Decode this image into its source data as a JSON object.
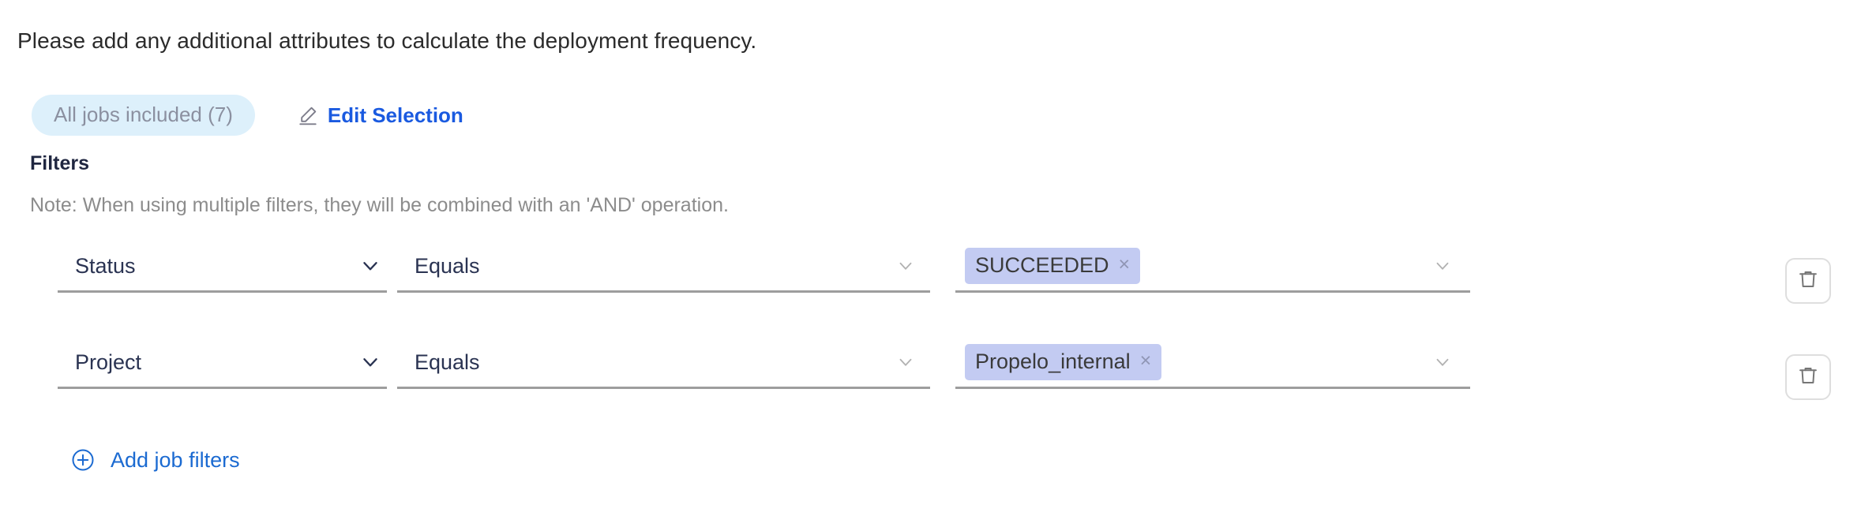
{
  "intro": {
    "text": "Please add any additional attributes to calculate the deployment frequency."
  },
  "selection": {
    "jobs_chip_label": "All jobs included (7)",
    "edit_label": "Edit Selection",
    "edit_icon": "pencil-icon"
  },
  "filters": {
    "title": "Filters",
    "note": "Note: When using multiple filters, they will be combined with an 'AND' operation.",
    "add_label": "Add job filters",
    "add_icon": "plus-circle-icon",
    "delete_icon": "trash-icon",
    "chevron_icon": "chevron-down-icon",
    "rows": [
      {
        "attribute": "Status",
        "operator": "Equals",
        "values": [
          {
            "label": "SUCCEEDED",
            "close": "×"
          }
        ]
      },
      {
        "attribute": "Project",
        "operator": "Equals",
        "values": [
          {
            "label": "Propelo_internal",
            "close": "×"
          }
        ]
      }
    ]
  },
  "colors": {
    "link": "#1a5ae0",
    "chip_bg": "#ddf0fb",
    "chip_text": "#8b90a0",
    "tag_bg": "#c3cbf2",
    "field_text": "#2a3352",
    "underline": "#9d9d9d",
    "note_text": "#8c8c8c"
  }
}
